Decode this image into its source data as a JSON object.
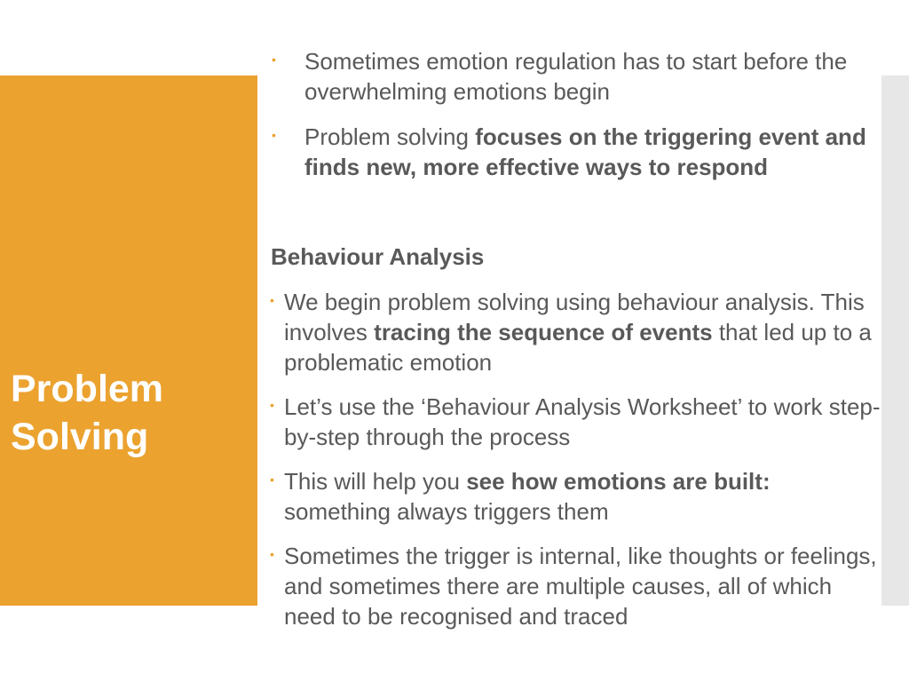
{
  "title": "Problem Solving",
  "colors": {
    "accent": "#eba22f",
    "text": "#595959",
    "strip": "#e7e7e7"
  },
  "top_bullets": [
    {
      "parts": [
        "Sometimes emotion regulation has to start before the overwhelming emotions begin"
      ]
    },
    {
      "parts": [
        "Problem solving ",
        "focuses on the triggering event and finds new, more effective ways to respond"
      ]
    }
  ],
  "subheading": "Behaviour Analysis",
  "bullets": [
    {
      "parts": [
        "We begin problem solving using behaviour analysis. This involves ",
        "tracing the sequence of events",
        " that led up to a problematic emotion"
      ]
    },
    {
      "parts": [
        "Let’s use the ‘Behaviour Analysis Worksheet’ to work step-by-step through the process"
      ]
    },
    {
      "parts": [
        "This will help you ",
        "see how emotions are built:",
        " something always triggers them"
      ]
    },
    {
      "parts": [
        "Sometimes the trigger is internal, like thoughts or feelings, and sometimes there are multiple causes, all of which need to be recognised and traced"
      ]
    }
  ]
}
